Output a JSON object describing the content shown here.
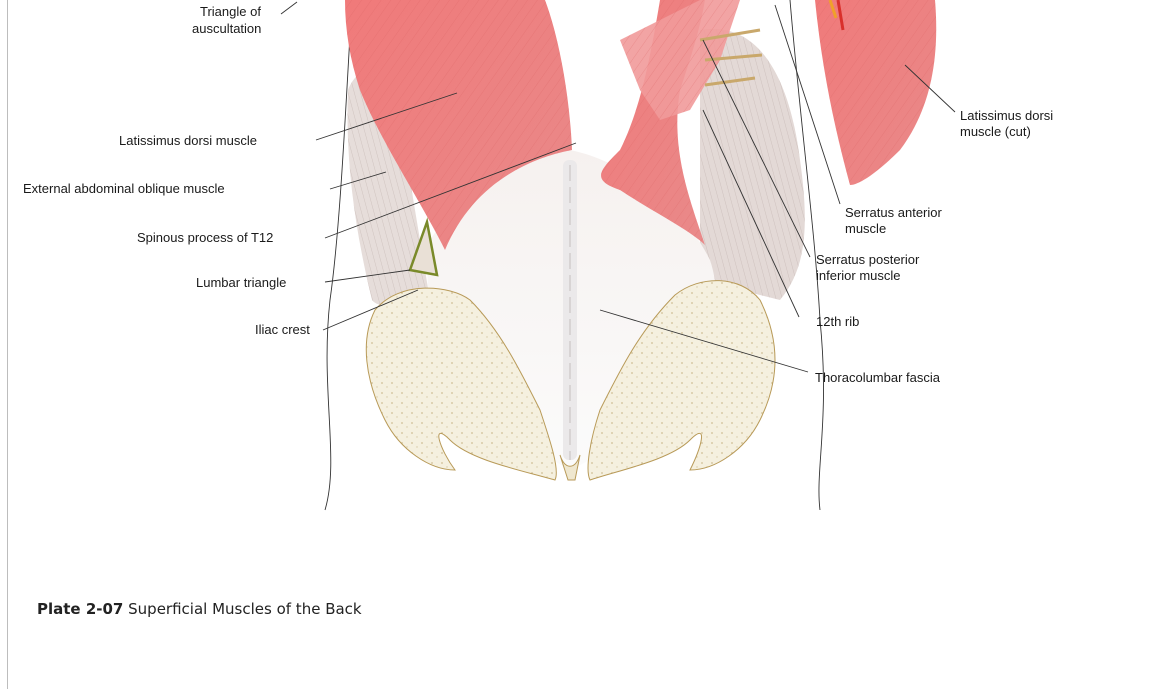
{
  "figure": {
    "labels": {
      "triangle_auscultation_1": "Triangle of",
      "triangle_auscultation_2": "auscultation",
      "latissimus_dorsi": "Latissimus dorsi muscle",
      "external_oblique": "External abdominal oblique muscle",
      "spinous_process": "Spinous process of T12",
      "lumbar_triangle": "Lumbar triangle",
      "iliac_crest": "Iliac crest",
      "lat_cut_1": "Latissimus dorsi",
      "lat_cut_2": "muscle (cut)",
      "serratus_ant_1": "Serratus anterior",
      "serratus_ant_2": "muscle",
      "serratus_post_1": "Serratus posterior",
      "serratus_post_2": "inferior muscle",
      "rib12": "12th rib",
      "thoracolumbar": "Thoracolumbar fascia"
    }
  },
  "caption": {
    "plate": "Plate 2-07",
    "title": "Superficial Muscles of the Back"
  }
}
